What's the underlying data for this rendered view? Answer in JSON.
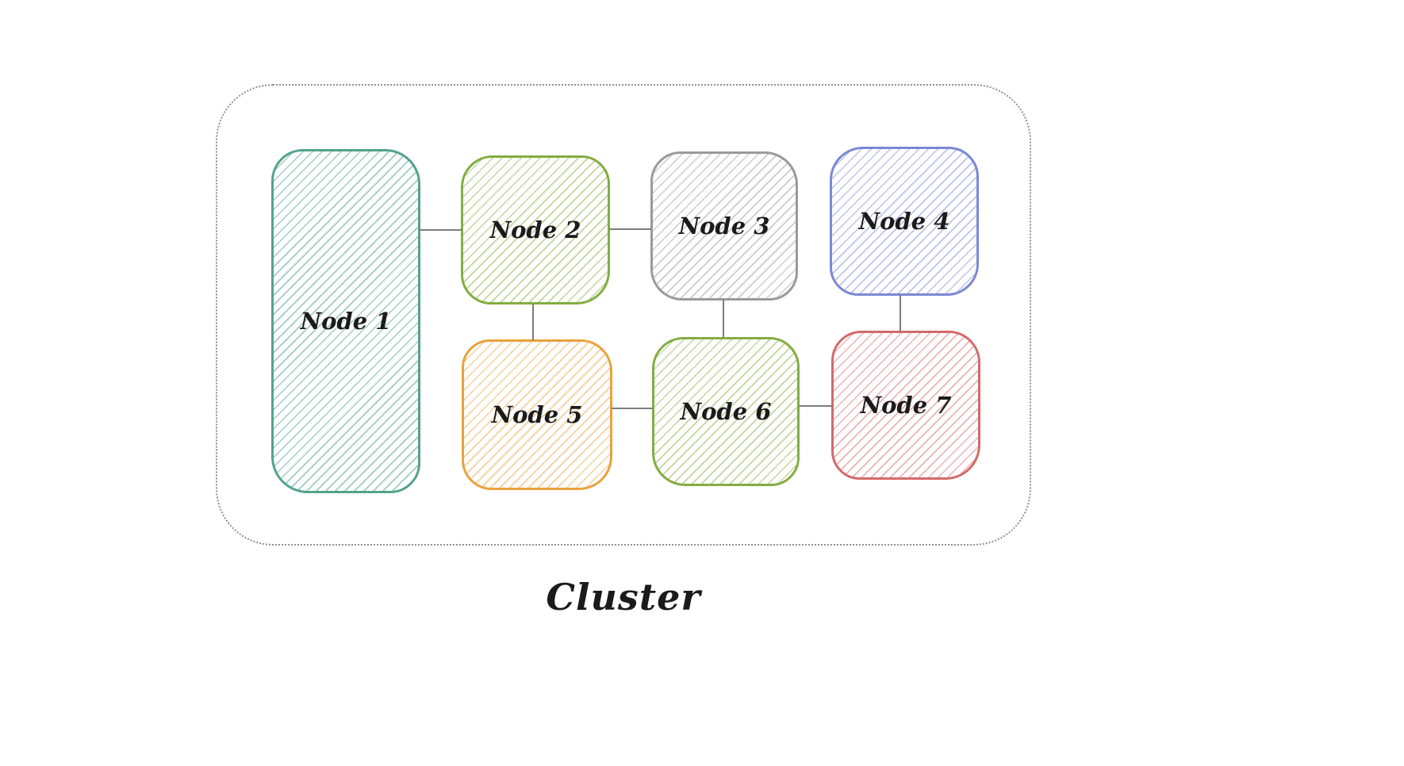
{
  "diagram": {
    "type": "cluster-node-graph",
    "cluster_label": "Cluster",
    "container": {
      "border_style": "dotted",
      "border_color": "#8f8f8f"
    },
    "edge_color": "#7d7d7d",
    "nodes": [
      {
        "id": "node-1",
        "label": "Node 1",
        "color": "#54a28c",
        "hatch": "rgba(84,162,140,0.55)"
      },
      {
        "id": "node-2",
        "label": "Node 2",
        "color": "#83ad41",
        "hatch": "rgba(131,173,65,0.5)"
      },
      {
        "id": "node-3",
        "label": "Node 3",
        "color": "#9a9a9a",
        "hatch": "rgba(154,154,154,0.5)"
      },
      {
        "id": "node-4",
        "label": "Node 4",
        "color": "#7b88d6",
        "hatch": "rgba(123,136,214,0.5)"
      },
      {
        "id": "node-5",
        "label": "Node 5",
        "color": "#e8a23c",
        "hatch": "rgba(232,162,60,0.5)"
      },
      {
        "id": "node-6",
        "label": "Node 6",
        "color": "#83ad41",
        "hatch": "rgba(131,173,65,0.5)"
      },
      {
        "id": "node-7",
        "label": "Node 7",
        "color": "#d46a6a",
        "hatch": "rgba(212,106,106,0.5)"
      }
    ],
    "edges": [
      {
        "from": "node-1",
        "to": "node-2"
      },
      {
        "from": "node-2",
        "to": "node-3"
      },
      {
        "from": "node-2",
        "to": "node-5"
      },
      {
        "from": "node-3",
        "to": "node-6"
      },
      {
        "from": "node-4",
        "to": "node-7"
      },
      {
        "from": "node-5",
        "to": "node-6"
      },
      {
        "from": "node-6",
        "to": "node-7"
      }
    ]
  }
}
